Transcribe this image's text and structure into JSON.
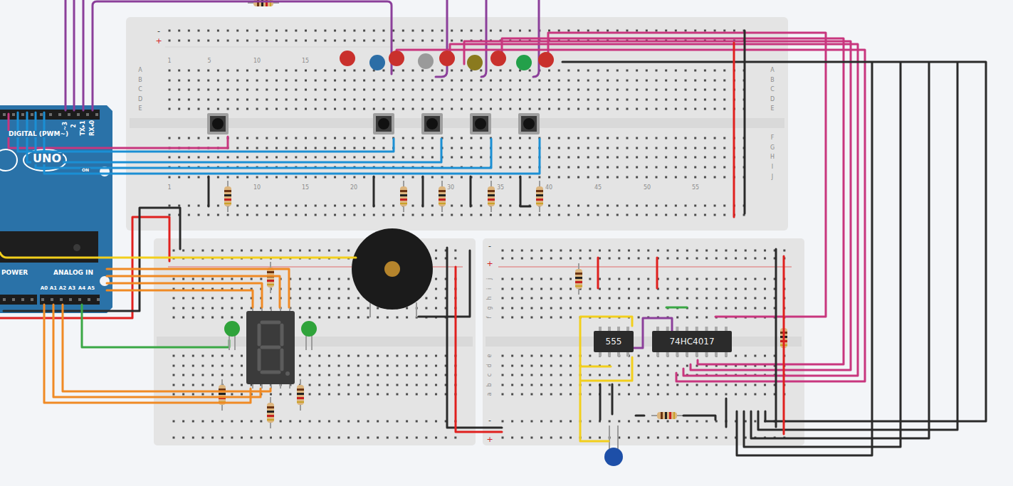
{
  "diagram": {
    "nodes": [
      {
        "text": [
          "UNO",
          "DIGITAL (PWM~)",
          "POWER",
          "ANALOG IN",
          "ON"
        ]
      },
      {
        "text": [
          "555"
        ]
      },
      {
        "text": [
          "74HC4017"
        ]
      }
    ],
    "edges": [
      {
        "from": 1,
        "to": 2,
        "arrow": "none"
      }
    ],
    "labels": [
      "~3",
      "2",
      "TX▸1",
      "RX◂0",
      "A0",
      "A1",
      "A2",
      "A3",
      "A4",
      "A5",
      "1",
      "5",
      "10",
      "15",
      "1",
      "10",
      "15",
      "20",
      "30",
      "35",
      "40",
      "45",
      "50",
      "55",
      "A",
      "B",
      "C",
      "D",
      "E",
      "A",
      "B",
      "C",
      "D",
      "E",
      "F",
      "G",
      "H",
      "I",
      "J",
      "-",
      "+",
      "-",
      "+",
      "-",
      "+",
      "j",
      "i",
      "h",
      "g",
      "f",
      "e",
      "d",
      "c",
      "b",
      "a"
    ]
  }
}
